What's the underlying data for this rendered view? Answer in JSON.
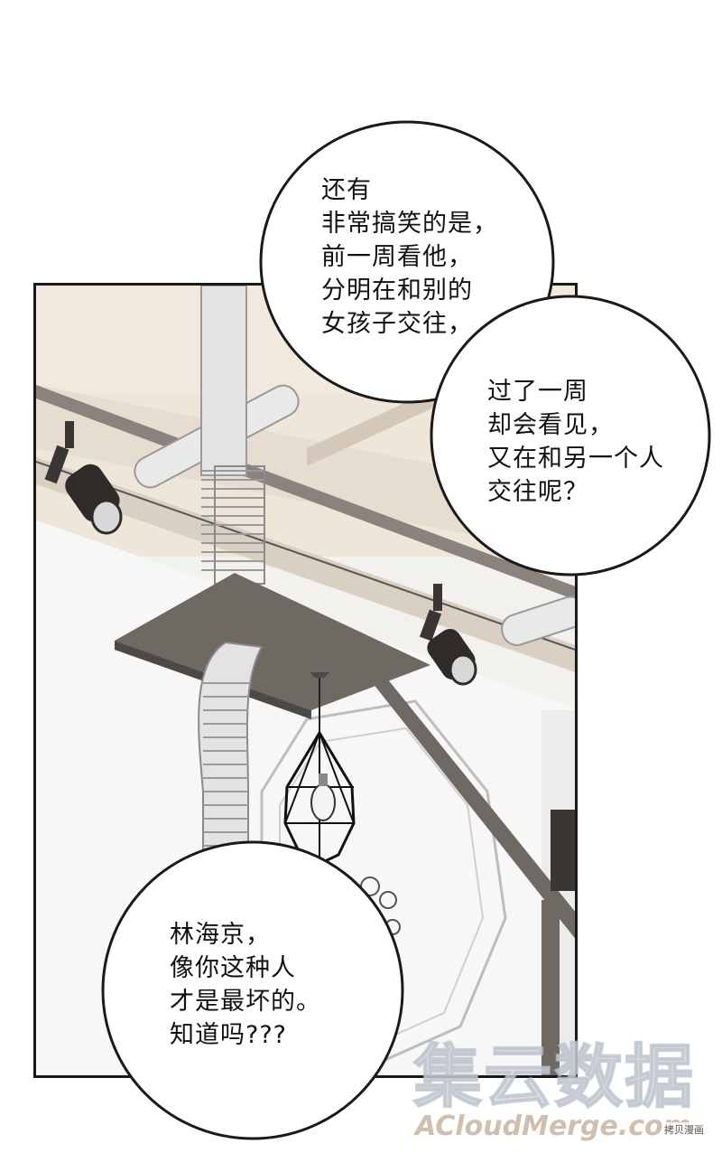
{
  "bubbles": {
    "top": {
      "text": "还有\n非常搞笑的是，\n前一周看他，\n分明在和别的\n女孩子交往，"
    },
    "right": {
      "text": "过了一周\n却会看见，\n又在和另一个人\n交往呢？"
    },
    "bottom": {
      "text": "林海京，\n像你这种人\n才是最坏的。\n知道吗???"
    }
  },
  "watermark": {
    "main": "集云数据",
    "url": "ACloudMerge.com",
    "tag": "拷贝漫画"
  },
  "colors": {
    "ceiling": "#efe6da",
    "wall": "#f7f7f7",
    "metal": "#7a7470",
    "ink": "#1a1a1a"
  }
}
